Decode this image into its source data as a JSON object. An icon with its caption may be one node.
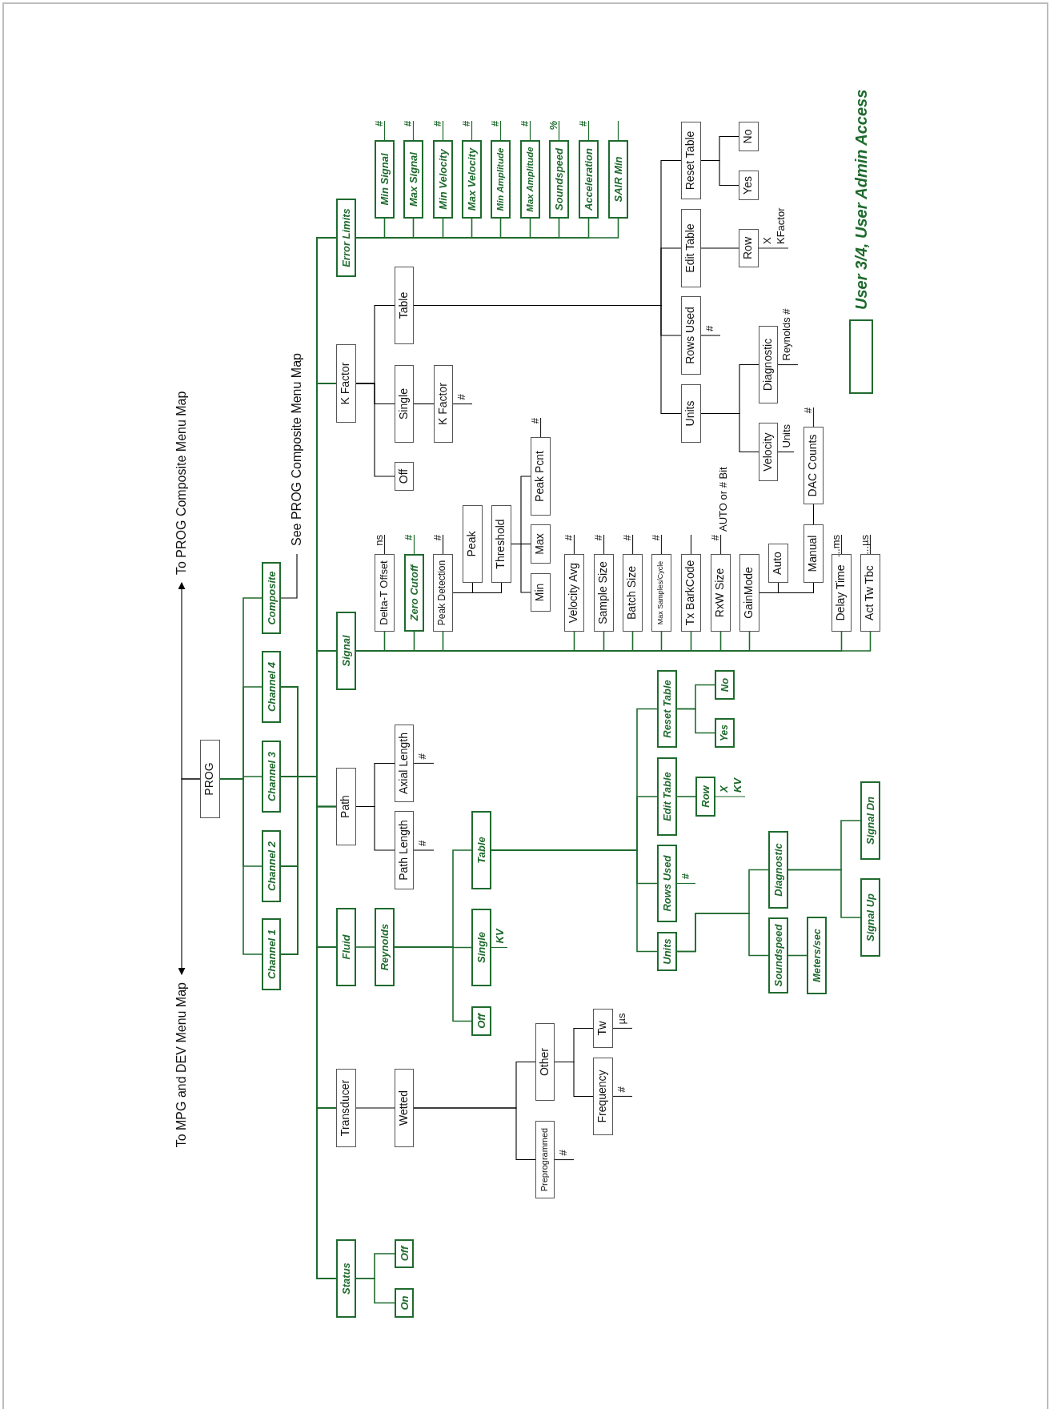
{
  "diagram": {
    "nodes": [
      {
        "text": [
          "PROG"
        ]
      },
      {
        "text": [
          "To MPG and DEV Menu Map"
        ]
      },
      {
        "text": [
          "To PROG Composite Menu Map"
        ]
      },
      {
        "text": [
          "Channel 1"
        ]
      },
      {
        "text": [
          "Channel 2"
        ]
      },
      {
        "text": [
          "Channel 3"
        ]
      },
      {
        "text": [
          "Channel 4"
        ]
      },
      {
        "text": [
          "Composite"
        ]
      },
      {
        "text": [
          "See PROG Composite Menu Map"
        ]
      },
      {
        "text": [
          "Status"
        ]
      },
      {
        "text": [
          "Transducer"
        ]
      },
      {
        "text": [
          "Fluid"
        ]
      },
      {
        "text": [
          "Path"
        ]
      },
      {
        "text": [
          "Signal"
        ]
      },
      {
        "text": [
          "K Factor"
        ]
      },
      {
        "text": [
          "Error Limits"
        ]
      },
      {
        "text": [
          "On"
        ]
      },
      {
        "text": [
          "Off"
        ]
      },
      {
        "text": [
          "Wetted"
        ]
      },
      {
        "text": [
          "Preprogrammed"
        ],
        "beside": [
          "#"
        ]
      },
      {
        "text": [
          "Other"
        ]
      },
      {
        "text": [
          "Frequency"
        ],
        "beside": [
          "#"
        ]
      },
      {
        "text": [
          "Tw"
        ],
        "beside": [
          "µs"
        ]
      },
      {
        "text": [
          "Reynolds"
        ]
      },
      {
        "text": [
          "Off"
        ]
      },
      {
        "text": [
          "Single"
        ],
        "beside": [
          "KV"
        ]
      },
      {
        "text": [
          "Table"
        ]
      },
      {
        "text": [
          "Units"
        ]
      },
      {
        "text": [
          "Rows Used"
        ],
        "beside": [
          "#"
        ]
      },
      {
        "text": [
          "Edit Table"
        ]
      },
      {
        "text": [
          "Reset Table"
        ]
      },
      {
        "text": [
          "Soundspeed"
        ]
      },
      {
        "text": [
          "Meters/sec"
        ]
      },
      {
        "text": [
          "Diagnostic"
        ]
      },
      {
        "text": [
          "Signal Up"
        ]
      },
      {
        "text": [
          "Signal Dn"
        ]
      },
      {
        "text": [
          "Row"
        ],
        "beside": [
          "X",
          "KV"
        ]
      },
      {
        "text": [
          "Yes"
        ]
      },
      {
        "text": [
          "No"
        ]
      },
      {
        "text": [
          "Path Length"
        ],
        "beside": [
          "#"
        ]
      },
      {
        "text": [
          "Axial Length"
        ],
        "beside": [
          "#"
        ]
      },
      {
        "text": [
          "Delta-T Offset"
        ],
        "beside": [
          "ns"
        ]
      },
      {
        "text": [
          "Zero Cutoff"
        ],
        "beside": [
          "#"
        ]
      },
      {
        "text": [
          "Peak Detection"
        ],
        "beside": [
          "#"
        ]
      },
      {
        "text": [
          "Peak"
        ]
      },
      {
        "text": [
          "Threshold"
        ]
      },
      {
        "text": [
          "Min"
        ]
      },
      {
        "text": [
          "Max"
        ]
      },
      {
        "text": [
          "Peak Pcnt"
        ],
        "beside": [
          "#"
        ]
      },
      {
        "text": [
          "Velocity Avg"
        ],
        "beside": [
          "#"
        ]
      },
      {
        "text": [
          "Sample Size"
        ],
        "beside": [
          "#"
        ]
      },
      {
        "text": [
          "Batch Size"
        ],
        "beside": [
          "#"
        ]
      },
      {
        "text": [
          "Max Samples/Cycle"
        ],
        "beside": [
          "#"
        ]
      },
      {
        "text": [
          "Tx BarkCode"
        ]
      },
      {
        "text": [
          "RxW Size"
        ],
        "beside": [
          "#",
          "AUTO or # Bit"
        ]
      },
      {
        "text": [
          "GainMode"
        ]
      },
      {
        "text": [
          "Auto"
        ]
      },
      {
        "text": [
          "Manual"
        ]
      },
      {
        "text": [
          "DAC Counts"
        ],
        "beside": [
          "#"
        ]
      },
      {
        "text": [
          "Delay Time"
        ],
        "beside": [
          "...ms"
        ]
      },
      {
        "text": [
          "Act Tw Tbc"
        ],
        "beside": [
          "...µs"
        ]
      },
      {
        "text": [
          "Off"
        ]
      },
      {
        "text": [
          "Single"
        ]
      },
      {
        "text": [
          "K Factor"
        ],
        "beside": [
          "#"
        ]
      },
      {
        "text": [
          "Table"
        ]
      },
      {
        "text": [
          "Units"
        ]
      },
      {
        "text": [
          "Velocity"
        ],
        "beside": [
          "Units"
        ]
      },
      {
        "text": [
          "Diagnostic"
        ],
        "beside": [
          "Reynolds #"
        ]
      },
      {
        "text": [
          "Rows Used"
        ],
        "beside": [
          "#"
        ]
      },
      {
        "text": [
          "Edit Table"
        ]
      },
      {
        "text": [
          "Row"
        ],
        "beside": [
          "X",
          "KFactor"
        ]
      },
      {
        "text": [
          "Reset Table"
        ]
      },
      {
        "text": [
          "Yes"
        ]
      },
      {
        "text": [
          "No"
        ]
      },
      {
        "text": [
          "Min Signal"
        ],
        "beside": [
          "#"
        ]
      },
      {
        "text": [
          "Max Signal"
        ],
        "beside": [
          "#"
        ]
      },
      {
        "text": [
          "Min Velocity"
        ],
        "beside": [
          "#"
        ]
      },
      {
        "text": [
          "Max Velocity"
        ],
        "beside": [
          "#"
        ]
      },
      {
        "text": [
          "Min Amplitude"
        ],
        "beside": [
          "#"
        ]
      },
      {
        "text": [
          "Max Amplitude"
        ],
        "beside": [
          "#"
        ]
      },
      {
        "text": [
          "Soundspeed"
        ],
        "beside": [
          "%"
        ]
      },
      {
        "text": [
          "Acceleration"
        ],
        "beside": [
          "#"
        ]
      },
      {
        "text": [
          "SAIR Min"
        ]
      }
    ],
    "edges": [
      {
        "from": 0,
        "to": 1,
        "arrow": "to",
        "color": "#000000"
      },
      {
        "from": 0,
        "to": 2,
        "arrow": "to",
        "color": "#000000"
      },
      {
        "from": 0,
        "to": 3,
        "arrow": "none"
      },
      {
        "from": 0,
        "to": 4,
        "arrow": "none"
      },
      {
        "from": 0,
        "to": 5,
        "arrow": "none"
      },
      {
        "from": 0,
        "to": 6,
        "arrow": "none"
      },
      {
        "from": 0,
        "to": 7,
        "arrow": "none"
      },
      {
        "from": 3,
        "to": 9,
        "arrow": "none"
      },
      {
        "from": 3,
        "to": 10,
        "arrow": "none"
      },
      {
        "from": 3,
        "to": 11,
        "arrow": "none"
      },
      {
        "from": 3,
        "to": 12,
        "arrow": "none"
      },
      {
        "from": 3,
        "to": 13,
        "arrow": "none"
      },
      {
        "from": 3,
        "to": 14,
        "arrow": "none"
      },
      {
        "from": 3,
        "to": 15,
        "arrow": "none"
      },
      {
        "from": 4,
        "to": 9,
        "arrow": "none"
      },
      {
        "from": 4,
        "to": 10,
        "arrow": "none"
      },
      {
        "from": 4,
        "to": 11,
        "arrow": "none"
      },
      {
        "from": 4,
        "to": 12,
        "arrow": "none"
      },
      {
        "from": 4,
        "to": 13,
        "arrow": "none"
      },
      {
        "from": 4,
        "to": 14,
        "arrow": "none"
      },
      {
        "from": 4,
        "to": 15,
        "arrow": "none"
      },
      {
        "from": 5,
        "to": 9,
        "arrow": "none"
      },
      {
        "from": 5,
        "to": 10,
        "arrow": "none"
      },
      {
        "from": 5,
        "to": 11,
        "arrow": "none"
      },
      {
        "from": 5,
        "to": 12,
        "arrow": "none"
      },
      {
        "from": 5,
        "to": 13,
        "arrow": "none"
      },
      {
        "from": 5,
        "to": 14,
        "arrow": "none"
      },
      {
        "from": 5,
        "to": 15,
        "arrow": "none"
      },
      {
        "from": 6,
        "to": 9,
        "arrow": "none"
      },
      {
        "from": 6,
        "to": 10,
        "arrow": "none"
      },
      {
        "from": 6,
        "to": 11,
        "arrow": "none"
      },
      {
        "from": 6,
        "to": 12,
        "arrow": "none"
      },
      {
        "from": 6,
        "to": 13,
        "arrow": "none"
      },
      {
        "from": 6,
        "to": 14,
        "arrow": "none"
      },
      {
        "from": 6,
        "to": 15,
        "arrow": "none"
      },
      {
        "from": 7,
        "to": 8,
        "arrow": "none",
        "color": "#000000"
      },
      {
        "from": 9,
        "to": 16,
        "arrow": "none"
      },
      {
        "from": 9,
        "to": 17,
        "arrow": "none"
      },
      {
        "from": 10,
        "to": 18,
        "arrow": "none",
        "color": "#000000"
      },
      {
        "from": 11,
        "to": 23,
        "arrow": "none"
      },
      {
        "from": 12,
        "to": 39,
        "arrow": "none",
        "color": "#000000"
      },
      {
        "from": 12,
        "to": 40,
        "arrow": "none",
        "color": "#000000"
      },
      {
        "from": 13,
        "to": 41,
        "arrow": "none"
      },
      {
        "from": 13,
        "to": 42,
        "arrow": "none"
      },
      {
        "from": 13,
        "to": 43,
        "arrow": "none"
      },
      {
        "from": 13,
        "to": 49,
        "arrow": "none"
      },
      {
        "from": 13,
        "to": 50,
        "arrow": "none"
      },
      {
        "from": 13,
        "to": 51,
        "arrow": "none"
      },
      {
        "from": 13,
        "to": 52,
        "arrow": "none"
      },
      {
        "from": 13,
        "to": 53,
        "arrow": "none"
      },
      {
        "from": 13,
        "to": 54,
        "arrow": "none"
      },
      {
        "from": 13,
        "to": 55,
        "arrow": "none"
      },
      {
        "from": 13,
        "to": 59,
        "arrow": "none"
      },
      {
        "from": 13,
        "to": 60,
        "arrow": "none"
      },
      {
        "from": 14,
        "to": 61,
        "arrow": "none",
        "color": "#000000"
      },
      {
        "from": 14,
        "to": 62,
        "arrow": "none",
        "color": "#000000"
      },
      {
        "from": 14,
        "to": 64,
        "arrow": "none",
        "color": "#000000"
      },
      {
        "from": 15,
        "to": 74,
        "arrow": "none"
      },
      {
        "from": 15,
        "to": 75,
        "arrow": "none"
      },
      {
        "from": 15,
        "to": 76,
        "arrow": "none"
      },
      {
        "from": 15,
        "to": 77,
        "arrow": "none"
      },
      {
        "from": 15,
        "to": 78,
        "arrow": "none"
      },
      {
        "from": 15,
        "to": 79,
        "arrow": "none"
      },
      {
        "from": 15,
        "to": 80,
        "arrow": "none"
      },
      {
        "from": 15,
        "to": 81,
        "arrow": "none"
      },
      {
        "from": 15,
        "to": 82,
        "arrow": "none"
      },
      {
        "from": 18,
        "to": 19,
        "arrow": "none",
        "color": "#000000"
      },
      {
        "from": 18,
        "to": 20,
        "arrow": "none",
        "color": "#000000"
      },
      {
        "from": 20,
        "to": 21,
        "arrow": "none",
        "color": "#000000"
      },
      {
        "from": 20,
        "to": 22,
        "arrow": "none",
        "color": "#000000"
      },
      {
        "from": 23,
        "to": 24,
        "arrow": "none"
      },
      {
        "from": 23,
        "to": 25,
        "arrow": "none"
      },
      {
        "from": 23,
        "to": 26,
        "arrow": "none"
      },
      {
        "from": 26,
        "to": 27,
        "arrow": "none"
      },
      {
        "from": 26,
        "to": 28,
        "arrow": "none"
      },
      {
        "from": 26,
        "to": 29,
        "arrow": "none"
      },
      {
        "from": 26,
        "to": 30,
        "arrow": "none"
      },
      {
        "from": 27,
        "to": 31,
        "arrow": "none"
      },
      {
        "from": 27,
        "to": 33,
        "arrow": "none"
      },
      {
        "from": 29,
        "to": 36,
        "arrow": "none"
      },
      {
        "from": 30,
        "to": 37,
        "arrow": "none"
      },
      {
        "from": 30,
        "to": 38,
        "arrow": "none"
      },
      {
        "from": 31,
        "to": 32,
        "arrow": "none"
      },
      {
        "from": 33,
        "to": 34,
        "arrow": "none"
      },
      {
        "from": 33,
        "to": 35,
        "arrow": "none"
      },
      {
        "from": 43,
        "to": 44,
        "arrow": "none",
        "color": "#000000"
      },
      {
        "from": 43,
        "to": 45,
        "arrow": "none",
        "color": "#000000"
      },
      {
        "from": 45,
        "to": 46,
        "arrow": "none",
        "color": "#000000"
      },
      {
        "from": 45,
        "to": 47,
        "arrow": "none",
        "color": "#000000"
      },
      {
        "from": 45,
        "to": 48,
        "arrow": "none",
        "color": "#000000"
      },
      {
        "from": 55,
        "to": 56,
        "arrow": "none",
        "color": "#000000"
      },
      {
        "from": 55,
        "to": 57,
        "arrow": "none",
        "color": "#000000"
      },
      {
        "from": 57,
        "to": 58,
        "arrow": "none",
        "color": "#000000"
      },
      {
        "from": 62,
        "to": 63,
        "arrow": "none",
        "color": "#000000"
      },
      {
        "from": 64,
        "to": 65,
        "arrow": "none",
        "color": "#000000"
      },
      {
        "from": 64,
        "to": 68,
        "arrow": "none",
        "color": "#000000"
      },
      {
        "from": 64,
        "to": 69,
        "arrow": "none",
        "color": "#000000"
      },
      {
        "from": 64,
        "to": 71,
        "arrow": "none",
        "color": "#000000"
      },
      {
        "from": 65,
        "to": 66,
        "arrow": "none",
        "color": "#000000"
      },
      {
        "from": 65,
        "to": 67,
        "arrow": "none",
        "color": "#000000"
      },
      {
        "from": 69,
        "to": 70,
        "arrow": "none",
        "color": "#000000"
      },
      {
        "from": 71,
        "to": 72,
        "arrow": "none",
        "color": "#000000"
      },
      {
        "from": 71,
        "to": 73,
        "arrow": "none",
        "color": "#000000"
      }
    ],
    "legend": [
      {
        "text": "User 3/4, User Admin Access"
      }
    ]
  }
}
